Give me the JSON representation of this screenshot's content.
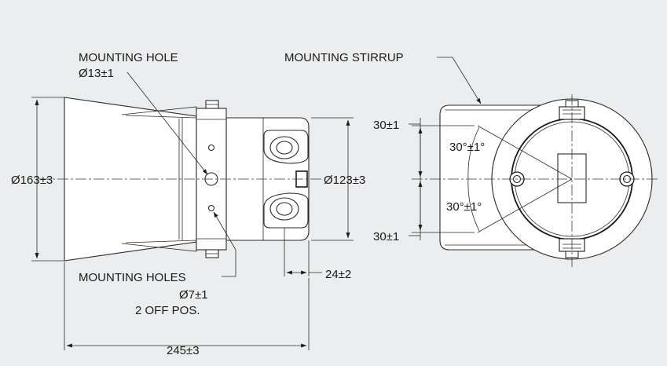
{
  "labels": {
    "mounting_hole_title": "MOUNTING HOLE",
    "mounting_hole_dim": "Ø13±1",
    "mounting_stirrup": "MOUNTING STIRRUP",
    "mounting_holes_title": "MOUNTING HOLES",
    "mounting_holes_dim": "Ø7±1",
    "mounting_holes_qty": "2 OFF POS."
  },
  "dimensions": {
    "horn_diameter": "Ø163±3",
    "body_diameter": "Ø123±3",
    "bracket_offset": "24±2",
    "overall_length": "245±3",
    "top_offset": "30±1",
    "bottom_offset": "30±1",
    "upper_angle": "30°±1°",
    "lower_angle": "30°±1°"
  }
}
